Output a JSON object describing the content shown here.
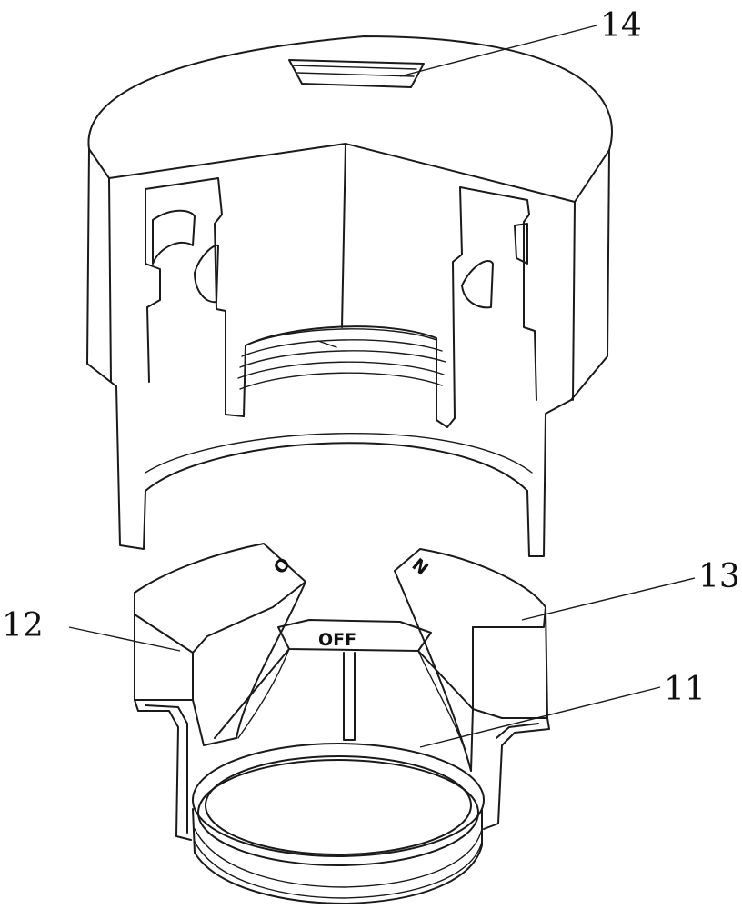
{
  "figure": {
    "labels": {
      "cap": "14",
      "right_knob": "13",
      "left_knob": "12",
      "ring": "11"
    },
    "markings": {
      "left_tab": "O",
      "right_tab": "N",
      "center": "OFF"
    }
  }
}
